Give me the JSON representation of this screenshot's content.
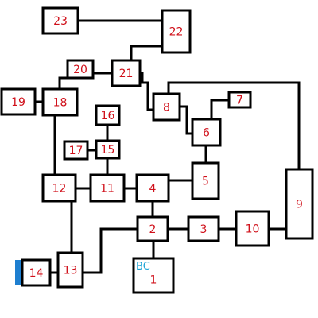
{
  "colors": {
    "line": "#000000",
    "room_fill": "#ffffff",
    "room_label": "#d0101a",
    "start_marker_text": "#1aa3d6",
    "door_marker": "#1e7fd0"
  },
  "rooms": [
    {
      "id": "1",
      "label": "1"
    },
    {
      "id": "2",
      "label": "2"
    },
    {
      "id": "3",
      "label": "3"
    },
    {
      "id": "4",
      "label": "4"
    },
    {
      "id": "5",
      "label": "5"
    },
    {
      "id": "6",
      "label": "6"
    },
    {
      "id": "7",
      "label": "7"
    },
    {
      "id": "8",
      "label": "8"
    },
    {
      "id": "9",
      "label": "9"
    },
    {
      "id": "10",
      "label": "10"
    },
    {
      "id": "11",
      "label": "11"
    },
    {
      "id": "12",
      "label": "12"
    },
    {
      "id": "13",
      "label": "13"
    },
    {
      "id": "14",
      "label": "14"
    },
    {
      "id": "15",
      "label": "15"
    },
    {
      "id": "16",
      "label": "16"
    },
    {
      "id": "17",
      "label": "17"
    },
    {
      "id": "18",
      "label": "18"
    },
    {
      "id": "19",
      "label": "19"
    },
    {
      "id": "20",
      "label": "20"
    },
    {
      "id": "21",
      "label": "21"
    },
    {
      "id": "22",
      "label": "22"
    },
    {
      "id": "23",
      "label": "23"
    }
  ],
  "start_marker": {
    "room": "1",
    "label": "BC"
  },
  "door_marker": {
    "room": "14",
    "icon": "blue-door-bar-icon"
  },
  "connections": [
    [
      "1",
      "2"
    ],
    [
      "2",
      "4"
    ],
    [
      "2",
      "3"
    ],
    [
      "3",
      "10"
    ],
    [
      "10",
      "9"
    ],
    [
      "9",
      "8"
    ],
    [
      "4",
      "11"
    ],
    [
      "4",
      "5"
    ],
    [
      "5",
      "6"
    ],
    [
      "6",
      "7"
    ],
    [
      "6",
      "8"
    ],
    [
      "8",
      "21"
    ],
    [
      "11",
      "12"
    ],
    [
      "11",
      "15"
    ],
    [
      "15",
      "16"
    ],
    [
      "15",
      "17"
    ],
    [
      "12",
      "18"
    ],
    [
      "12",
      "13"
    ],
    [
      "13",
      "14"
    ],
    [
      "13",
      "2"
    ],
    [
      "18",
      "19"
    ],
    [
      "18",
      "20"
    ],
    [
      "20",
      "21"
    ],
    [
      "21",
      "22"
    ],
    [
      "22",
      "23"
    ]
  ]
}
